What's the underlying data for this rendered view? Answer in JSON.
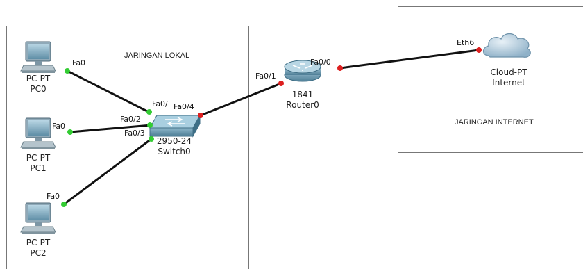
{
  "areas": {
    "local": {
      "label": "JARINGAN LOKAL"
    },
    "internet": {
      "label": "JARINGAN INTERNET"
    }
  },
  "devices": {
    "pc0": {
      "model": "PC-PT",
      "name": "PC0",
      "icon": "pc-icon"
    },
    "pc1": {
      "model": "PC-PT",
      "name": "PC1",
      "icon": "pc-icon"
    },
    "pc2": {
      "model": "PC-PT",
      "name": "PC2",
      "icon": "pc-icon"
    },
    "switch0": {
      "model": "2950-24",
      "name": "Switch0",
      "icon": "switch-icon"
    },
    "router0": {
      "model": "1841",
      "name": "Router0",
      "icon": "router-icon"
    },
    "cloud": {
      "model": "Cloud-PT",
      "name": "Internet",
      "icon": "cloud-icon"
    }
  },
  "ports": {
    "pc0_fa0": "Fa0",
    "pc1_fa0": "Fa0",
    "pc2_fa0": "Fa0",
    "sw_fa01": "Fa0/",
    "sw_fa02": "Fa0/2",
    "sw_fa03": "Fa0/3",
    "sw_fa04": "Fa0/4",
    "r_fa01": "Fa0/1",
    "r_fa00": "Fa0/0",
    "cloud_eth6": "Eth6"
  },
  "colors": {
    "link": "#111111",
    "port_up": "#33cc33",
    "port_down": "#dd1f1f",
    "area_border": "#777777"
  }
}
